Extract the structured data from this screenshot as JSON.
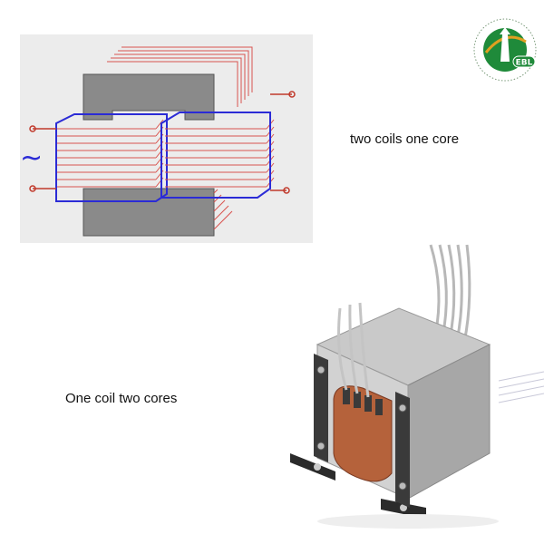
{
  "labels": {
    "top": "two coils one core",
    "bottom": "One coil two cores"
  },
  "logo": {
    "text": "EBL"
  },
  "colors": {
    "core": "#8a8a8a",
    "winding": "#d9534f",
    "coil_outline": "#2b2bd6",
    "terminal": "#c0392b",
    "copper": "#b5623b",
    "logo_green": "#1f8a3a"
  },
  "symbols": {
    "ac_source": "~"
  }
}
